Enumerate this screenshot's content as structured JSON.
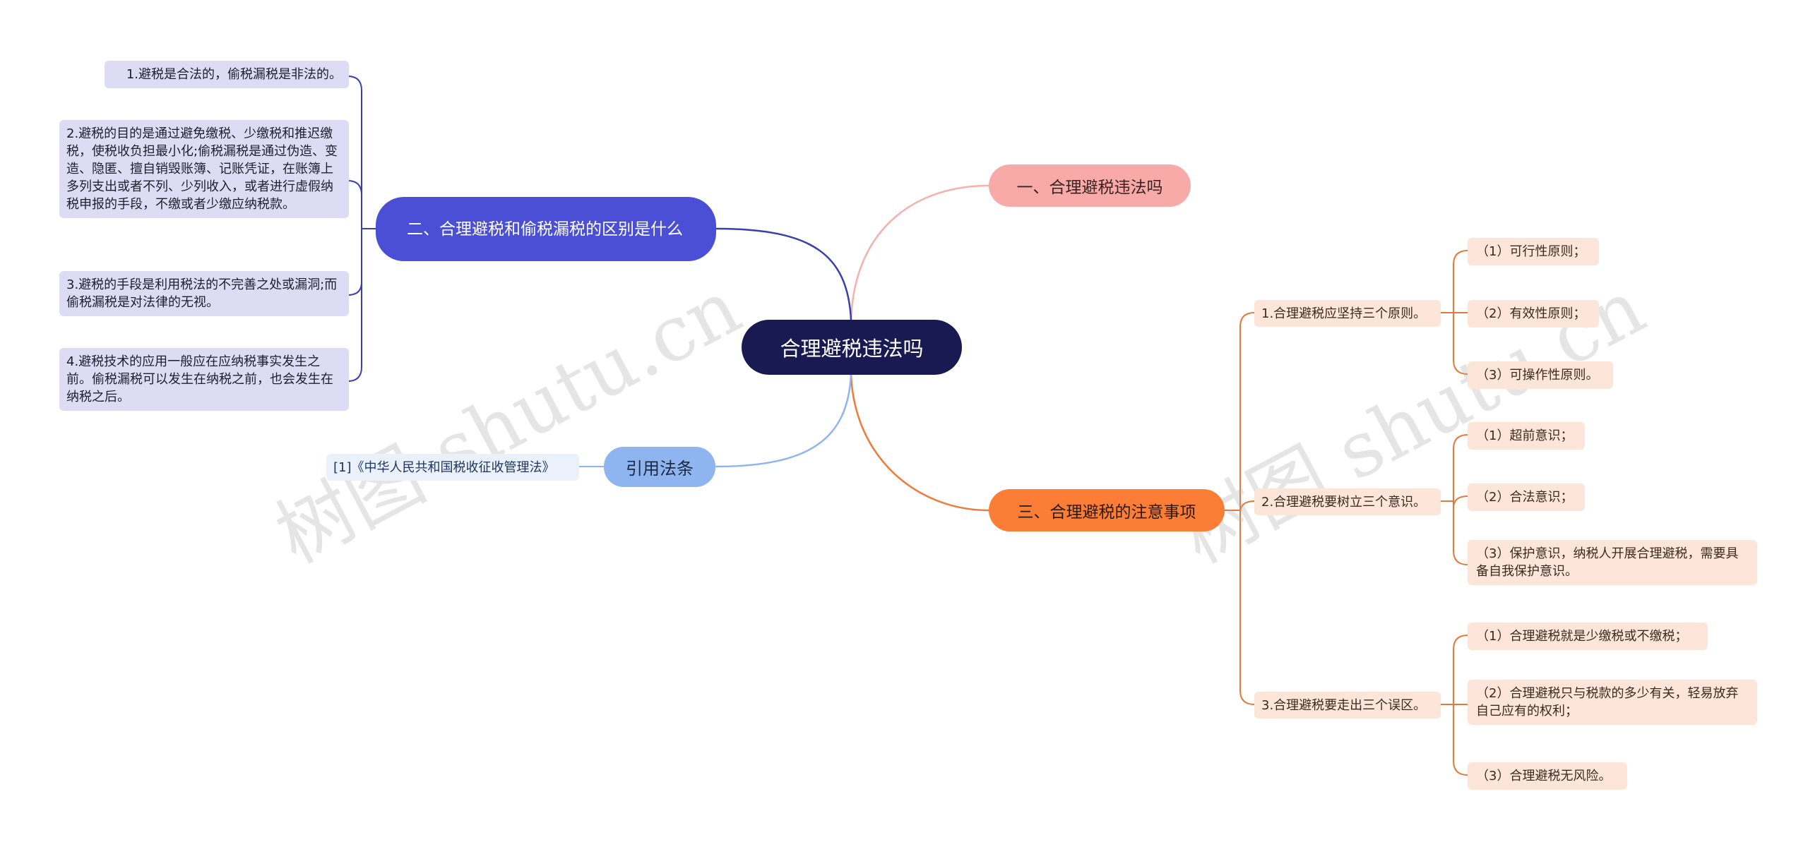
{
  "central": "合理避税违法吗",
  "branches": {
    "b1": {
      "label": "一、合理避税违法吗",
      "color": "#f8aaa8"
    },
    "b2": {
      "label": "二、合理避税和偷税漏税的区别是什么",
      "color": "#4a4fd6",
      "items": [
        "1.避税是合法的，偷税漏税是非法的。",
        "2.避税的目的是通过避免缴税、少缴税和推迟缴税，使税收负担最小化;偷税漏税是通过伪造、变造、隐匿、擅自销毁账簿、记账凭证，在账簿上多列支出或者不列、少列收入，或者进行虚假纳税申报的手段，不缴或者少缴应纳税款。",
        "3.避税的手段是利用税法的不完善之处或漏洞;而偷税漏税是对法律的无视。",
        "4.避税技术的应用一般应在应纳税事实发生之前。偷税漏税可以发生在纳税之前，也会发生在纳税之后。"
      ]
    },
    "b3": {
      "label": "三、合理避税的注意事项",
      "color": "#fb7d36",
      "groups": [
        {
          "label": "1.合理避税应坚持三个原则。",
          "items": [
            "（1）可行性原则；",
            "（2）有效性原则；",
            "（3）可操作性原则。"
          ]
        },
        {
          "label": "2.合理避税要树立三个意识。",
          "items": [
            "（1）超前意识；",
            "（2）合法意识；",
            "（3）保护意识，纳税人开展合理避税，需要具备自我保护意识。"
          ]
        },
        {
          "label": "3.合理避税要走出三个误区。",
          "items": [
            "（1）合理避税就是少缴税或不缴税；",
            "（2）合理避税只与税款的多少有关，轻易放弃自己应有的权利；",
            "（3）合理避税无风险。"
          ]
        }
      ]
    },
    "b4": {
      "label": "引用法条",
      "color": "#8fb5f1",
      "items": [
        "[1]《中华人民共和国税收征收管理法》"
      ]
    }
  },
  "watermark": "树图 shutu.cn"
}
